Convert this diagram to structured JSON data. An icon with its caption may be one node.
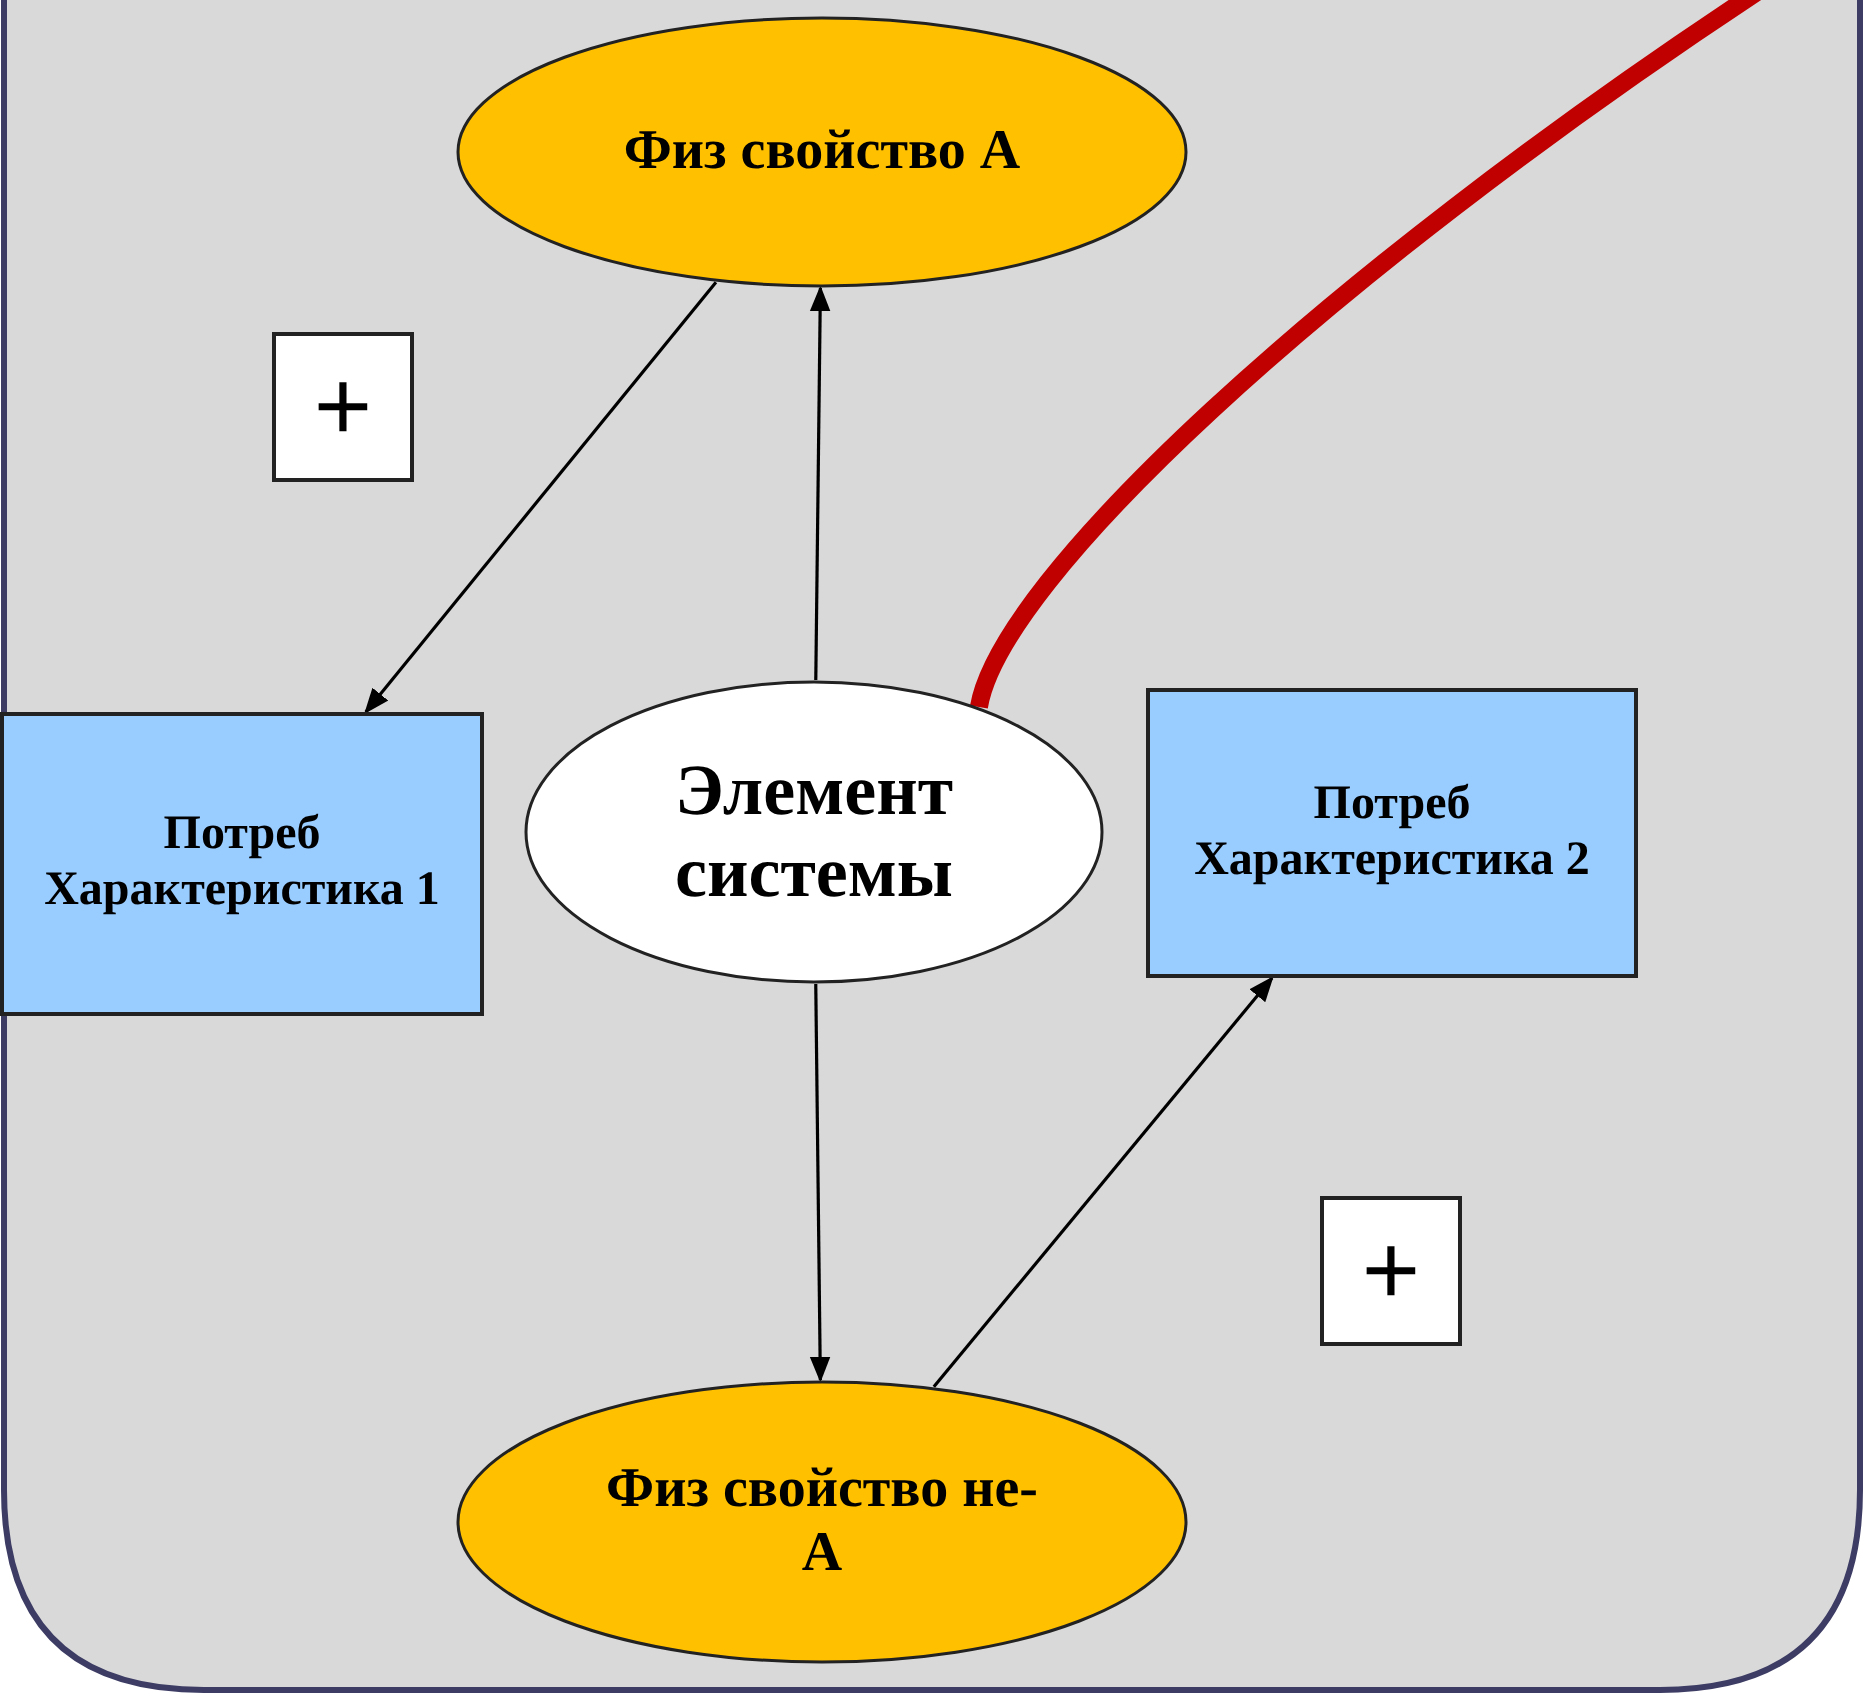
{
  "diagram": {
    "nodes": [
      {
        "text": [
          "Физ свойство А"
        ]
      },
      {
        "text": [
          "+"
        ]
      },
      {
        "text": [
          "Потреб Характеристика 1"
        ]
      },
      {
        "text": [
          "Элемент системы"
        ]
      },
      {
        "text": [
          "Потреб Характеристика 2"
        ]
      },
      {
        "text": [
          "+"
        ]
      },
      {
        "text": [
          "Физ свойство не-А"
        ]
      }
    ],
    "edges": [
      {
        "from": 0,
        "to": 2,
        "arrow": "to"
      },
      {
        "from": 3,
        "to": 0,
        "arrow": "to"
      },
      {
        "from": 3,
        "to": 6,
        "arrow": "to"
      },
      {
        "from": 6,
        "to": 4,
        "arrow": "to"
      },
      {
        "from": null,
        "to": 3,
        "arrow": "none",
        "style": "thick",
        "color": "#c00000"
      }
    ]
  }
}
